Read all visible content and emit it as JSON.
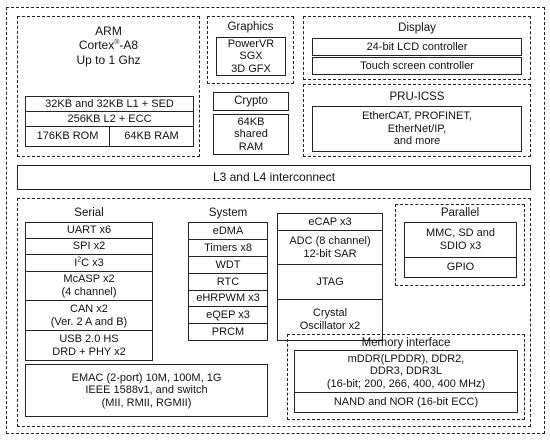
{
  "arm": {
    "name": "ARM",
    "core_prefix": "Cortex",
    "core_sup": "®",
    "core_suffix": "-A8",
    "speed": "Up to 1 Ghz"
  },
  "cpu_mem": {
    "l1": "32KB and 32KB L1 + SED",
    "l2": "256KB L2  + ECC",
    "rom": "176KB ROM",
    "ram": "64KB RAM"
  },
  "graphics": {
    "title": "Graphics",
    "gpu": "PowerVR\nSGX\n3D GFX"
  },
  "crypto": "Crypto",
  "shared_ram": "64KB\nshared\nRAM",
  "display": {
    "title": "Display",
    "lcd": "24-bit LCD controller",
    "touch": "Touch screen controller"
  },
  "pru": {
    "title": "PRU-ICSS",
    "body": "EtherCAT, PROFINET,\nEtherNet/IP,\nand more"
  },
  "interconnect": "L3 and L4 interconnect",
  "serial": {
    "title": "Serial",
    "uart": "UART x6",
    "spi": "SPI x2",
    "i2c_prefix": "I",
    "i2c_sup": "2",
    "i2c_suffix": "C x3",
    "mcasp": "McASP x2\n(4 channel)",
    "can": "CAN x2\n(Ver. 2 A and B)",
    "usb": "USB 2.0 HS\nDRD + PHY x2"
  },
  "system": {
    "title": "System",
    "edma": "eDMA",
    "timers": "Timers x8",
    "wdt": "WDT",
    "rtc": "RTC",
    "ehrpwm": "eHRPWM x3",
    "eqep": "eQEP x3",
    "prcm": "PRCM"
  },
  "ecap": "eCAP x3",
  "adc": "ADC (8 channel)\n12-bit SAR",
  "jtag": "JTAG",
  "crystal": "Crystal\nOscillator x2",
  "parallel": {
    "title": "Parallel",
    "mmc": "MMC, SD and\nSDIO x3",
    "gpio": "GPIO"
  },
  "emac": "EMAC (2-port) 10M, 100M, 1G\nIEEE 1588v1, and switch\n(MII, RMII, RGMII)",
  "memory": {
    "title": "Memory interface",
    "ddr": "mDDR(LPDDR), DDR2,\nDDR3, DDR3L\n(16-bit; 200, 266, 400, 400 MHz)",
    "nand": "NAND and NOR (16-bit ECC)"
  }
}
